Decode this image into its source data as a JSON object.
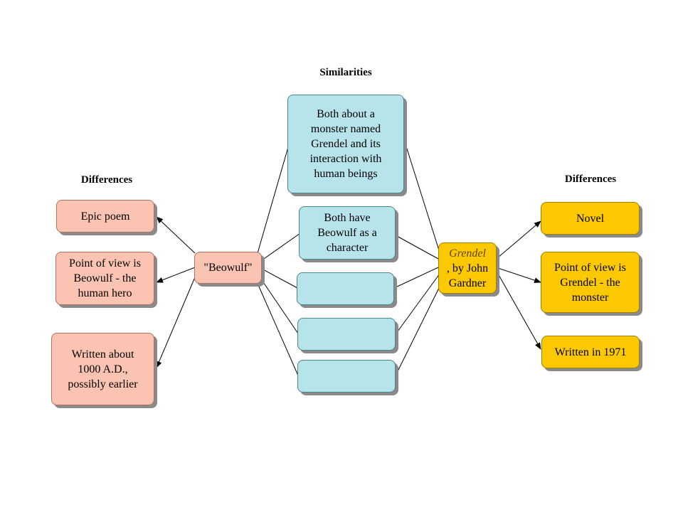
{
  "headings": {
    "similarities": "Similarities",
    "left_differences": "Differences",
    "right_differences": "Differences"
  },
  "left": {
    "center": "\"Beowulf\"",
    "items": [
      "Epic poem",
      "Point of view is Beowulf - the human hero",
      "Written about 1000 A.D., possibly earlier"
    ]
  },
  "right": {
    "center_title": "Grendel",
    "center_rest": ", by John Gardner",
    "items": [
      "Novel",
      "Point of view is Grendel - the monster",
      "Written in 1971"
    ]
  },
  "similarities": [
    "Both about a monster named Grendel and its interaction with human beings",
    "Both have Beowulf as a character",
    "",
    "",
    ""
  ],
  "colors": {
    "left": "#fbc3b2",
    "middle": "#b7e3ea",
    "right": "#fcc900"
  }
}
